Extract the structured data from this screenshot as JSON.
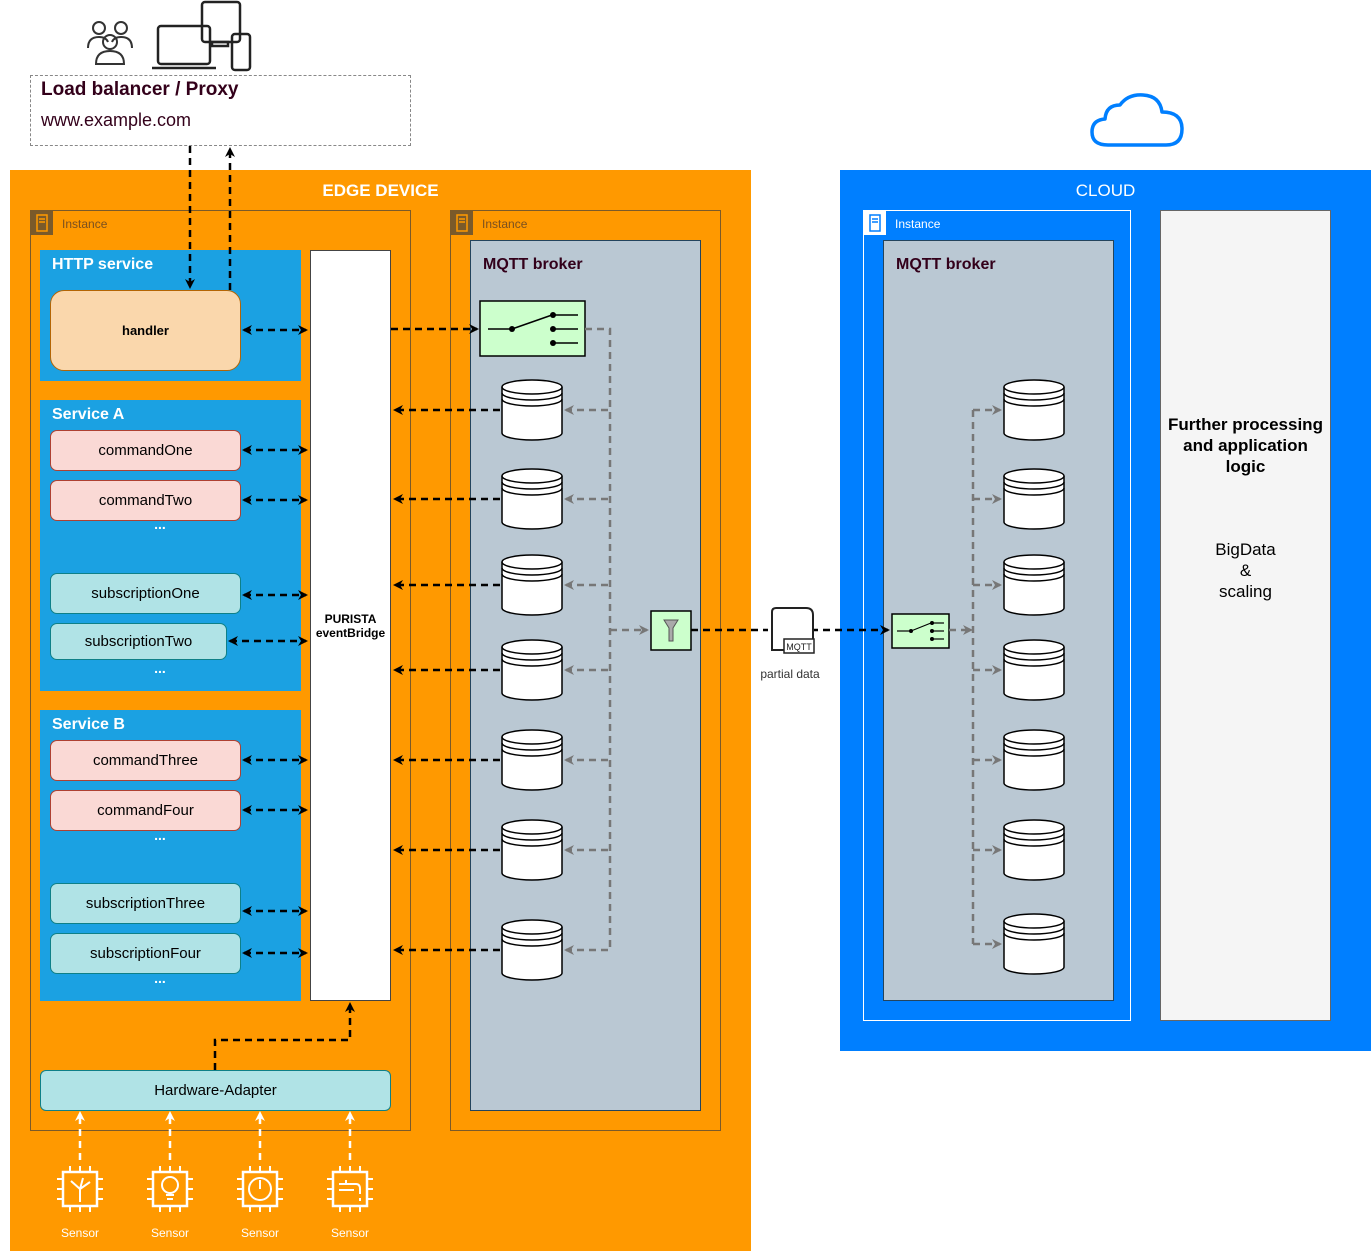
{
  "load_balancer": {
    "title": "Load balancer / Proxy",
    "url": "www.example.com",
    "icons": [
      "users-icon",
      "devices-icon"
    ]
  },
  "edge": {
    "title": "EDGE DEVICE",
    "instance_label": "Instance",
    "http_service": {
      "title": "HTTP service",
      "handler": "handler"
    },
    "service_a": {
      "title": "Service A",
      "commands": [
        "commandOne",
        "commandTwo"
      ],
      "subscriptions": [
        "subscriptionOne",
        "subscriptionTwo"
      ],
      "more": "..."
    },
    "service_b": {
      "title": "Service B",
      "commands": [
        "commandThree",
        "commandFour"
      ],
      "subscriptions": [
        "subscriptionThree",
        "subscriptionFour"
      ],
      "more": "..."
    },
    "event_bridge": "PURISTA eventBridge",
    "hardware_adapter": "Hardware-Adapter",
    "broker_instance_label": "Instance",
    "broker_title": "MQTT broker",
    "sensors": [
      {
        "label": "Sensor",
        "icon": "wind-sensor-icon"
      },
      {
        "label": "Sensor",
        "icon": "light-sensor-icon"
      },
      {
        "label": "Sensor",
        "icon": "gauge-sensor-icon"
      },
      {
        "label": "Sensor",
        "icon": "water-tap-sensor-icon"
      }
    ]
  },
  "link": {
    "label": "partial data",
    "icon_text": "MQTT"
  },
  "cloud": {
    "title": "CLOUD",
    "instance_label": "Instance",
    "broker_title": "MQTT broker",
    "further_title": "Further processing and application logic",
    "further_sub_1": "BigData",
    "further_sub_2": "&",
    "further_sub_3": "scaling"
  },
  "colors": {
    "edge": "#ff9900",
    "cloud": "#007fff",
    "service": "#1ba1e2",
    "broker": "#bac8d3",
    "handler": "#fad7ac",
    "command": "#fad9d5",
    "subscription": "#b0e3e6",
    "switch": "#ccffcc"
  }
}
